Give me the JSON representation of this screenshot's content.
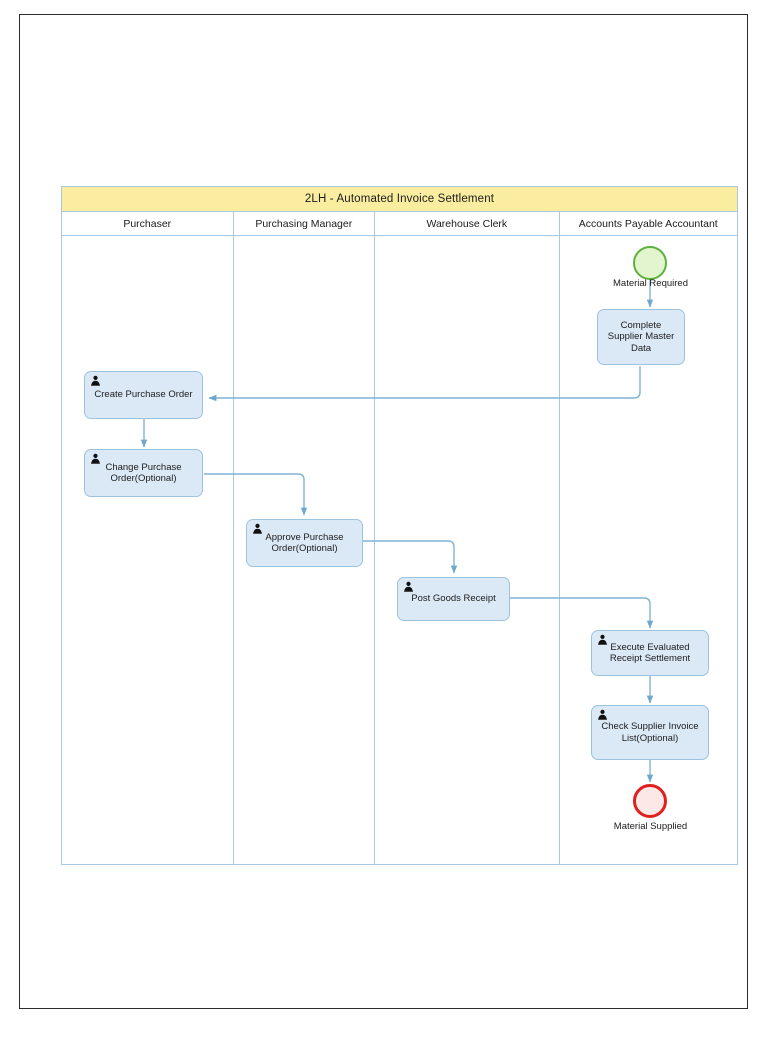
{
  "diagram": {
    "title": "2LH - Automated Invoice Settlement",
    "colors": {
      "pool_header": "#fbeda0",
      "pool_border": "#a9c9e2",
      "task_fill": "#dbe9f6",
      "task_border": "#9cc3dd",
      "connector": "#7fb3d5",
      "start_event_fill": "#e3f5cf",
      "start_event_border": "#5bb23c",
      "end_event_fill": "#fde8e8",
      "end_event_border": "#e02020",
      "page_border": "#2b2b2b"
    },
    "lanes": [
      {
        "id": "purchaser",
        "label": "Purchaser"
      },
      {
        "id": "purchasing-manager",
        "label": "Purchasing Manager"
      },
      {
        "id": "warehouse-clerk",
        "label": "Warehouse Clerk"
      },
      {
        "id": "accounts-payable-accountant",
        "label": "Accounts Payable Accountant"
      }
    ],
    "events": [
      {
        "id": "material-required",
        "type": "start",
        "label": "Material Required",
        "lane": "accounts-payable-accountant"
      },
      {
        "id": "material-supplied",
        "type": "end",
        "label": "Material Supplied",
        "lane": "accounts-payable-accountant"
      }
    ],
    "tasks": [
      {
        "id": "complete-supplier-master-data",
        "label": "Complete Supplier Master Data",
        "lane": "accounts-payable-accountant",
        "has_person_icon": false,
        "icon": ""
      },
      {
        "id": "create-purchase-order",
        "label": "Create Purchase Order",
        "lane": "purchaser",
        "has_person_icon": true,
        "icon": "person-icon"
      },
      {
        "id": "change-purchase-order",
        "label": "Change Purchase Order(Optional)",
        "lane": "purchaser",
        "has_person_icon": true,
        "icon": "person-icon"
      },
      {
        "id": "approve-purchase-order",
        "label": "Approve Purchase Order(Optional)",
        "lane": "purchasing-manager",
        "has_person_icon": true,
        "icon": "person-icon"
      },
      {
        "id": "post-goods-receipt",
        "label": "Post Goods Receipt",
        "lane": "warehouse-clerk",
        "has_person_icon": true,
        "icon": "person-icon"
      },
      {
        "id": "execute-evaluated-receipt-settlement",
        "label": "Execute Evaluated Receipt Settlement",
        "lane": "accounts-payable-accountant",
        "has_person_icon": true,
        "icon": "person-icon"
      },
      {
        "id": "check-supplier-invoice-list",
        "label": "Check Supplier Invoice List(Optional)",
        "lane": "accounts-payable-accountant",
        "has_person_icon": true,
        "icon": "person-icon"
      }
    ],
    "flows": [
      {
        "from": "material-required",
        "to": "complete-supplier-master-data"
      },
      {
        "from": "complete-supplier-master-data",
        "to": "create-purchase-order"
      },
      {
        "from": "create-purchase-order",
        "to": "change-purchase-order"
      },
      {
        "from": "change-purchase-order",
        "to": "approve-purchase-order"
      },
      {
        "from": "approve-purchase-order",
        "to": "post-goods-receipt"
      },
      {
        "from": "post-goods-receipt",
        "to": "execute-evaluated-receipt-settlement"
      },
      {
        "from": "execute-evaluated-receipt-settlement",
        "to": "check-supplier-invoice-list"
      },
      {
        "from": "check-supplier-invoice-list",
        "to": "material-supplied"
      }
    ]
  }
}
